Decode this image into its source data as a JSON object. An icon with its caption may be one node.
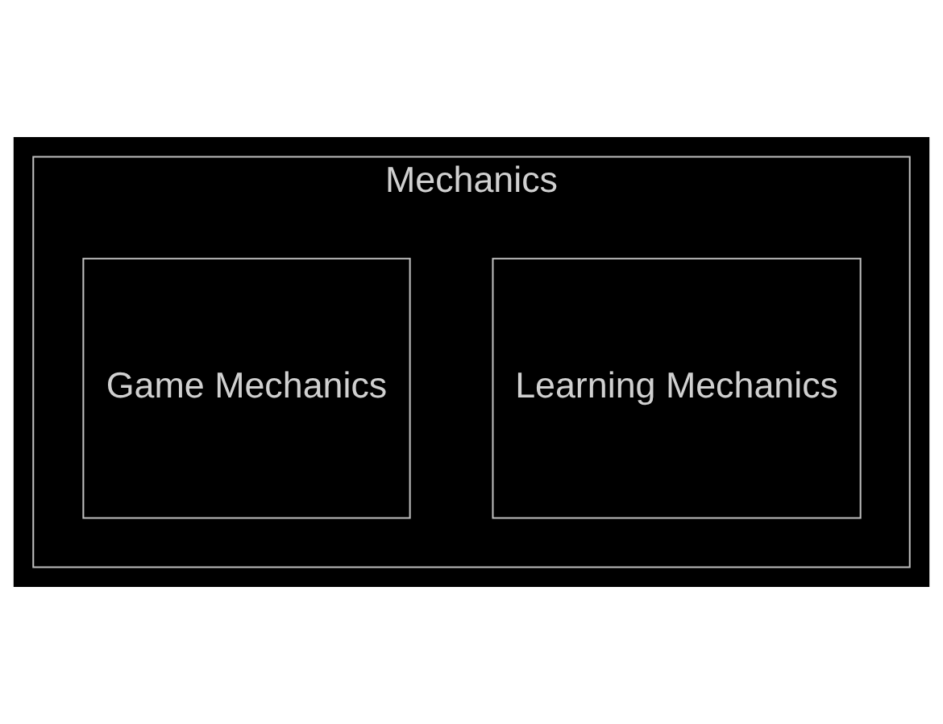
{
  "diagram": {
    "nodes": [
      {
        "text": [
          "Mechanics"
        ]
      },
      {
        "text": [
          "Learning Mechanics"
        ],
        "in": 0
      },
      {
        "text": [
          "Game Mechanics"
        ],
        "in": 0
      }
    ]
  }
}
